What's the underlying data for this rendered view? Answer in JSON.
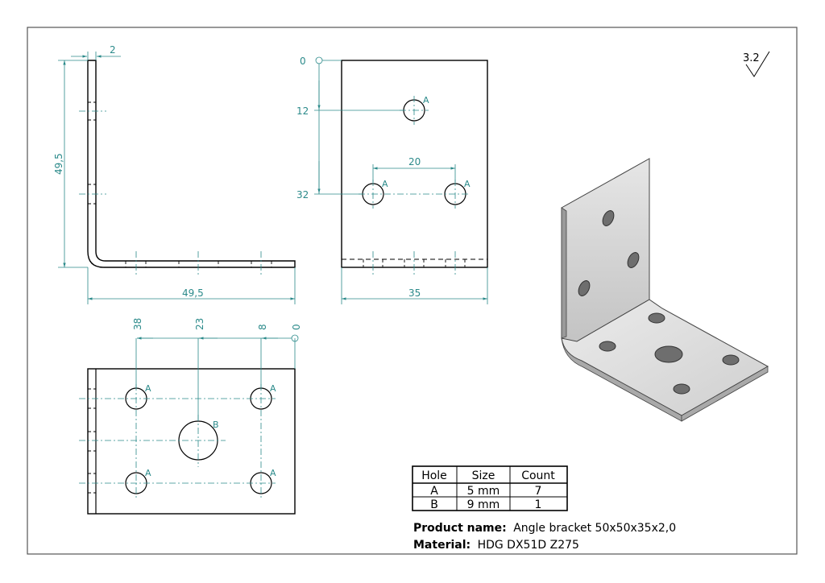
{
  "surface_finish": "3.2",
  "side_view": {
    "leg_thickness": "2",
    "height": "49,5",
    "width": "49,5"
  },
  "front_view": {
    "datum": "0",
    "hole_row1_y": "12",
    "hole_row2_y": "32",
    "hole_spacing": "20",
    "width": "35",
    "hole_label_a": "A"
  },
  "bottom_view": {
    "dims": [
      "38",
      "23",
      "8",
      "0"
    ],
    "hole_label_a": "A",
    "hole_label_b": "B"
  },
  "hole_table": {
    "headers": [
      "Hole",
      "Size",
      "Count"
    ],
    "rows": [
      [
        "A",
        "5 mm",
        "7"
      ],
      [
        "B",
        "9 mm",
        "1"
      ]
    ]
  },
  "product": {
    "name_label": "Product name:",
    "name_value": "Angle bracket 50x50x35x2,0",
    "material_label": "Material:",
    "material_value": "HDG DX51D Z275"
  },
  "colors": {
    "dimension": "#2b8a8a",
    "outline": "#000000"
  }
}
